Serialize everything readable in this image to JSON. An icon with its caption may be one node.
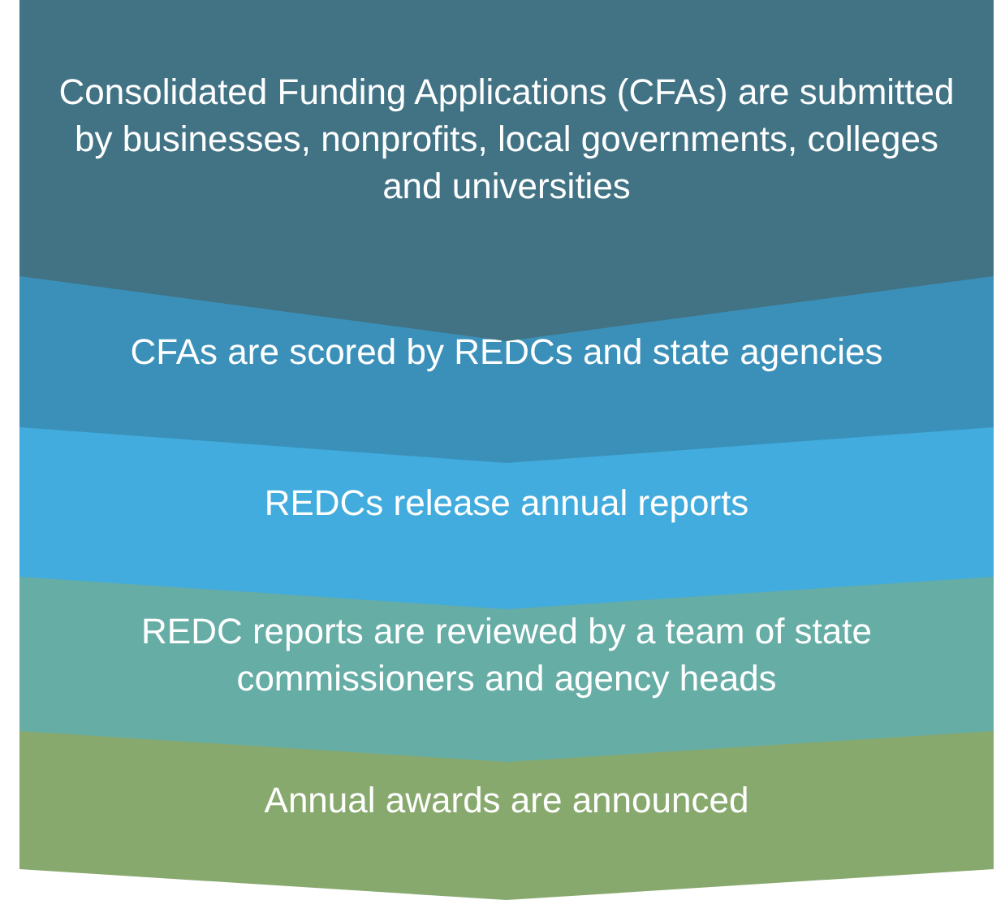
{
  "diagram": {
    "nodes": [
      {
        "text": [
          "Consolidated Funding Applications (CFAs) are submitted by businesses, nonprofits, local governments, colleges and universities"
        ]
      },
      {
        "text": [
          "CFAs are scored by REDCs and state agencies"
        ]
      },
      {
        "text": [
          "REDCs release annual reports"
        ]
      },
      {
        "text": [
          "REDC reports are reviewed by a team of state commissioners and agency heads"
        ]
      },
      {
        "text": [
          "Annual awards are announced"
        ]
      }
    ]
  }
}
